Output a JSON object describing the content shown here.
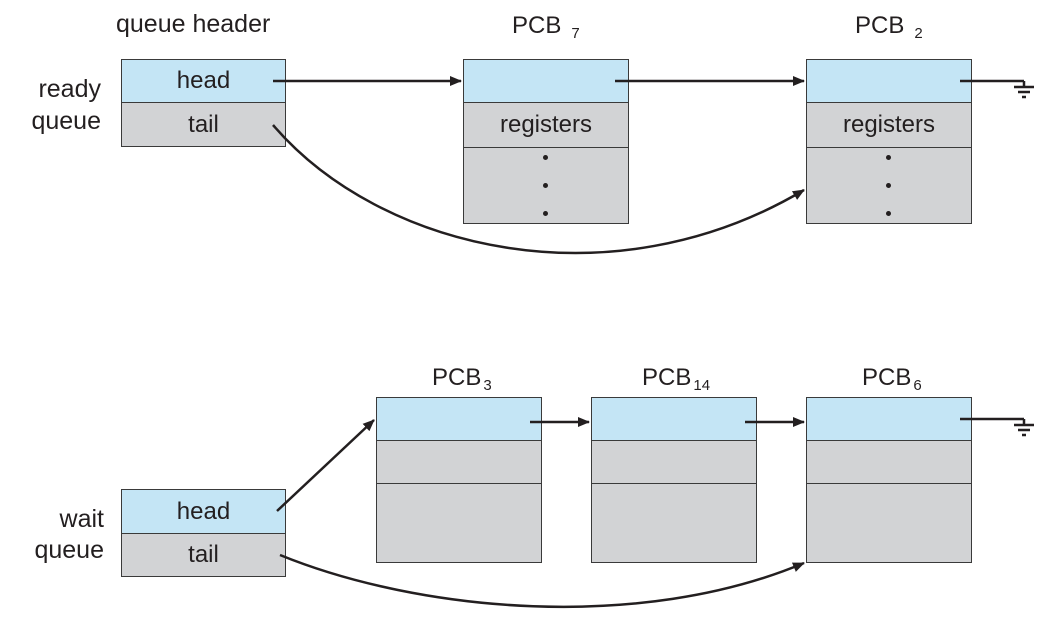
{
  "header_title": "queue header",
  "ready_queue": {
    "label_line1": "ready",
    "label_line2": "queue",
    "head_label": "head",
    "tail_label": "tail",
    "pcbs": [
      {
        "name": "PCB",
        "sub": "7",
        "row2": "registers"
      },
      {
        "name": "PCB",
        "sub": "2",
        "row2": "registers"
      }
    ]
  },
  "wait_queue": {
    "label_line1": "wait",
    "label_line2": "queue",
    "head_label": "head",
    "tail_label": "tail",
    "pcbs": [
      {
        "name": "PCB",
        "sub": "3"
      },
      {
        "name": "PCB",
        "sub": "14"
      },
      {
        "name": "PCB",
        "sub": "6"
      }
    ]
  },
  "colors": {
    "link_field": "#c4e5f5",
    "pcb_body": "#d2d3d5",
    "line": "#231f20"
  }
}
